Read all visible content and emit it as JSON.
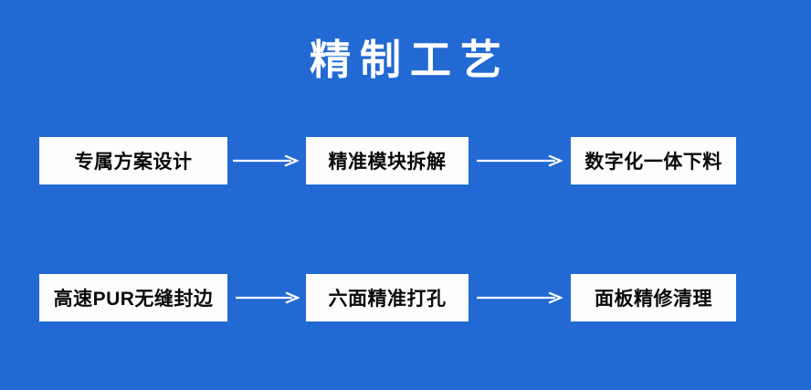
{
  "poster": {
    "background_color": "#2269d4",
    "title": "精制工艺",
    "title_color": "#ffffff",
    "box_background_color": "#fdfdfd",
    "box_text_color": "#0a0a0a",
    "arrow_color": "#ffffff"
  },
  "flow": {
    "rows": [
      {
        "steps": [
          {
            "label": "专属方案设计"
          },
          {
            "label": "精准模块拆解"
          },
          {
            "label": "数字化一体下料"
          }
        ],
        "arrows": [
          {
            "name": "arrow-right-icon"
          },
          {
            "name": "arrow-right-icon"
          }
        ]
      },
      {
        "steps": [
          {
            "label": "高速PUR无缝封边"
          },
          {
            "label": "六面精准打孔"
          },
          {
            "label": "面板精修清理"
          }
        ],
        "arrows": [
          {
            "name": "arrow-right-icon"
          },
          {
            "name": "arrow-right-icon"
          }
        ]
      }
    ]
  }
}
